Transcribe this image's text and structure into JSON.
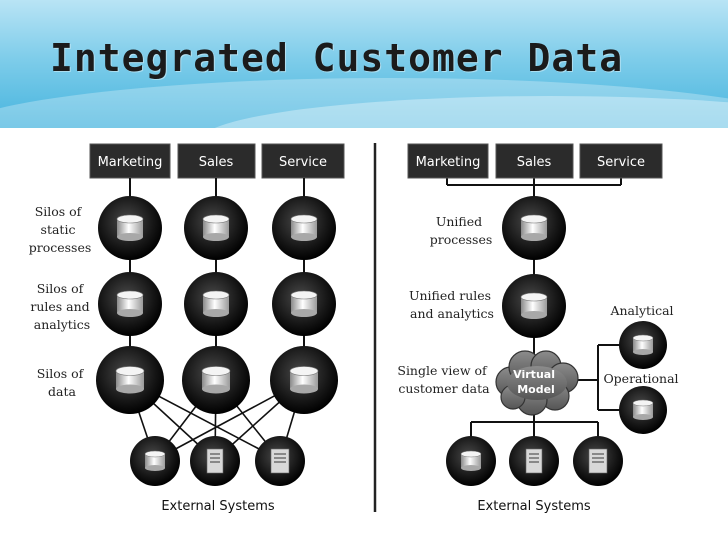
{
  "title": "Integrated Customer Data",
  "left": {
    "top_boxes": [
      "Marketing",
      "Sales",
      "Service"
    ],
    "row_labels": [
      [
        "Silos of",
        "static",
        "processes"
      ],
      [
        "Silos of",
        "rules and",
        "analytics"
      ],
      [
        "Silos of",
        "data"
      ]
    ],
    "bottom_label": "External Systems"
  },
  "right": {
    "top_boxes": [
      "Marketing",
      "Sales",
      "Service"
    ],
    "row_labels": [
      [
        "Unified",
        "processes"
      ],
      [
        "Unified rules",
        "and analytics"
      ],
      [
        "Single view of",
        "customer data"
      ]
    ],
    "cloud_label": [
      "Virtual",
      "Model"
    ],
    "side_labels": [
      "Analytical",
      "Operational"
    ],
    "bottom_label": "External Systems"
  },
  "colors": {
    "box": "#2b2b2b",
    "header_top": "#b9e4f5",
    "header_bottom": "#46b4de"
  }
}
